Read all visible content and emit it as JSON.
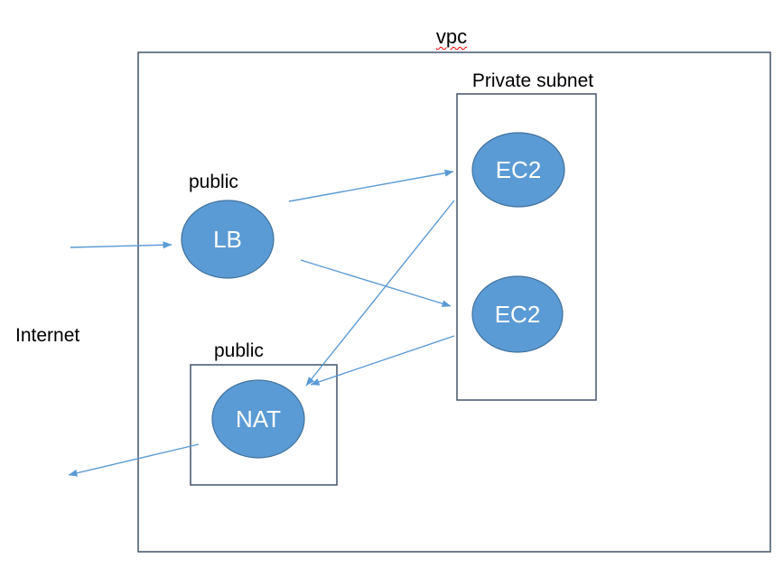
{
  "diagram": {
    "title": "vpc",
    "title_misspelled": true,
    "region_labels": {
      "private_subnet": "Private subnet",
      "public_lb": "public",
      "public_nat": "public",
      "internet": "Internet"
    },
    "nodes": {
      "lb": {
        "label": "LB"
      },
      "ec2_top": {
        "label": "EC2"
      },
      "ec2_bottom": {
        "label": "EC2"
      },
      "nat": {
        "label": "NAT"
      }
    },
    "edges": [
      {
        "from": "internet",
        "to": "lb"
      },
      {
        "from": "lb",
        "to": "ec2_top"
      },
      {
        "from": "lb",
        "to": "ec2_bottom"
      },
      {
        "from": "ec2_top",
        "to": "nat"
      },
      {
        "from": "ec2_bottom",
        "to": "nat"
      },
      {
        "from": "nat",
        "to": "internet"
      }
    ],
    "colors": {
      "node_fill": "#5B9BD5",
      "node_border": "#41719C",
      "box_border": "#44546A",
      "arrow": "#5B9BD5",
      "node_text": "#FFFFFF",
      "label_text": "#000000",
      "spellcheck": "#FF0000"
    }
  }
}
